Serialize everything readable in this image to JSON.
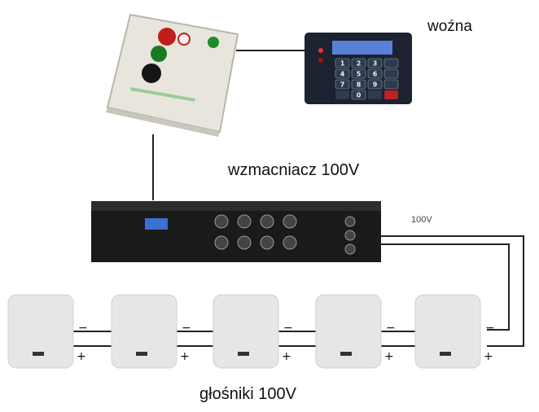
{
  "labels": {
    "janitor": "woźna",
    "amplifier": "wzmacniacz 100V",
    "line_voltage": "100V",
    "speakers": "głośniki 100V"
  },
  "keypad": {
    "keys": [
      "1",
      "2",
      "3",
      "4",
      "5",
      "6",
      "7",
      "8",
      "9",
      "0"
    ]
  },
  "speakers": {
    "count": 5,
    "minus_sign": "−",
    "plus_sign": "+"
  },
  "colors": {
    "wire": "#222222",
    "keypad_body": "#1c2230",
    "keypad_screen": "#5a7fd8",
    "amplifier": "#1a1a1a",
    "control_box": "#e8e6dc"
  }
}
